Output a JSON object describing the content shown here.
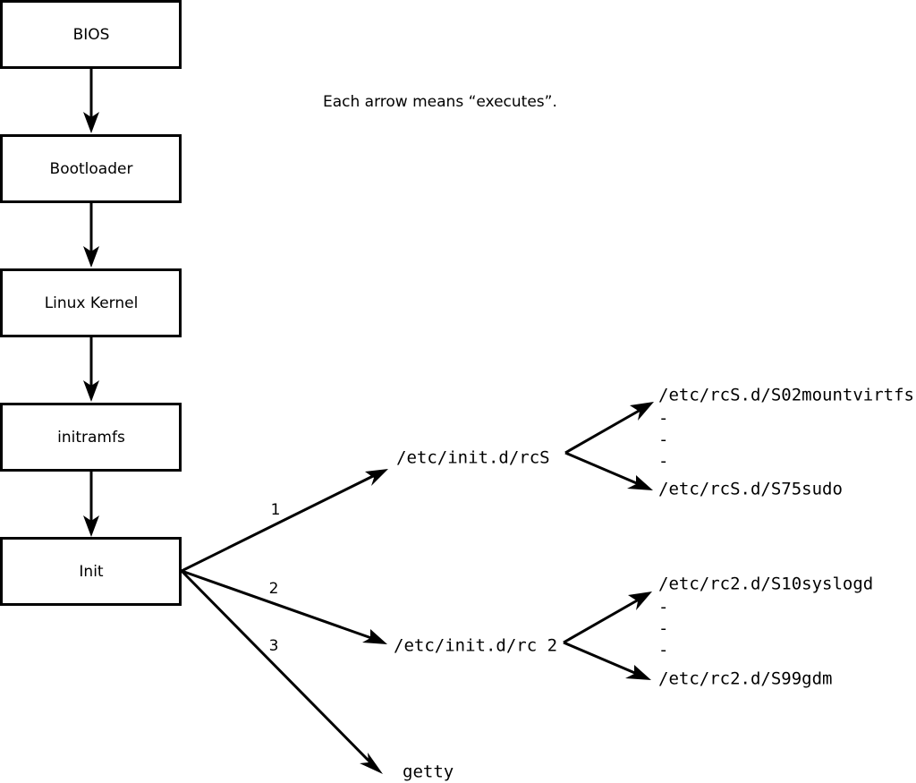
{
  "diagram": {
    "caption": "Each arrow means “executes”.",
    "boxes": [
      {
        "id": "bios",
        "label": "BIOS"
      },
      {
        "id": "bootloader",
        "label": "Bootloader"
      },
      {
        "id": "linux-kernel",
        "label": "Linux Kernel"
      },
      {
        "id": "initramfs",
        "label": "initramfs"
      },
      {
        "id": "init",
        "label": "Init"
      }
    ],
    "init_branches": [
      {
        "number": "1",
        "target": "/etc/init.d/rcS"
      },
      {
        "number": "2",
        "target": "/etc/init.d/rc 2"
      },
      {
        "number": "3",
        "target": "getty"
      }
    ],
    "rcs_scripts": {
      "first": "/etc/rcS.d/S02mountvirtfs",
      "ellipsis": [
        "-",
        "-",
        "-"
      ],
      "last": "/etc/rcS.d/S75sudo"
    },
    "rc2_scripts": {
      "first": "/etc/rc2.d/S10syslogd",
      "ellipsis": [
        "-",
        "-",
        "-"
      ],
      "last": "/etc/rc2.d/S99gdm"
    },
    "colors": {
      "stroke": "#000000",
      "box_fill": "#ffffff",
      "background": "#ffffff",
      "text": "#000000"
    }
  }
}
